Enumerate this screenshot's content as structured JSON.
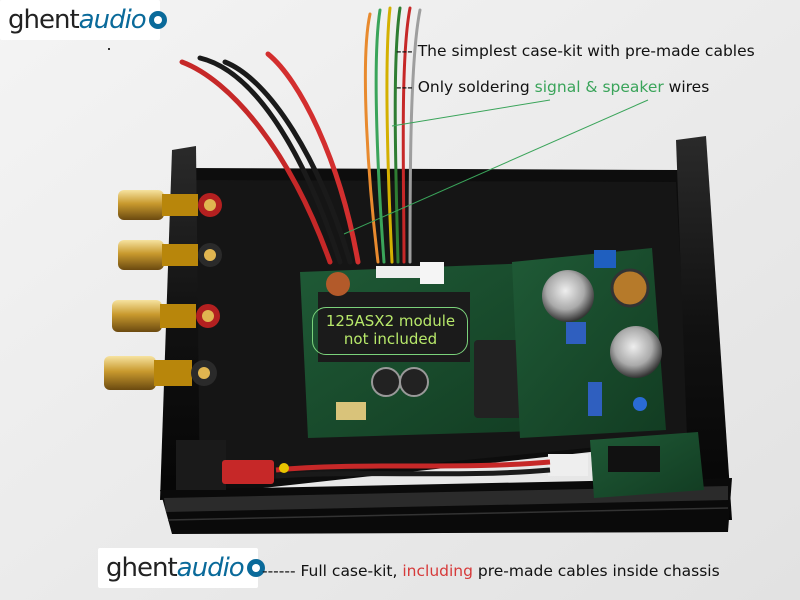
{
  "logo": {
    "main": "ghent",
    "accent": "audio"
  },
  "captions": {
    "line1": "--- The simplest case-kit with pre-made cables",
    "line2_prefix": "--- Only soldering ",
    "line2_highlight": "signal & speaker",
    "line2_suffix": " wires",
    "bottom_prefix": "------ Full case-kit, ",
    "bottom_highlight": "including",
    "bottom_suffix": " pre-made cables inside chassis"
  },
  "module_label": {
    "line1": "125ASX2 module",
    "line2": "not included"
  },
  "colors": {
    "highlight_green": "#3aa45a",
    "highlight_red": "#d63a3a",
    "logo_blue": "#0a6a9a",
    "module_label": "#b7e86a"
  }
}
